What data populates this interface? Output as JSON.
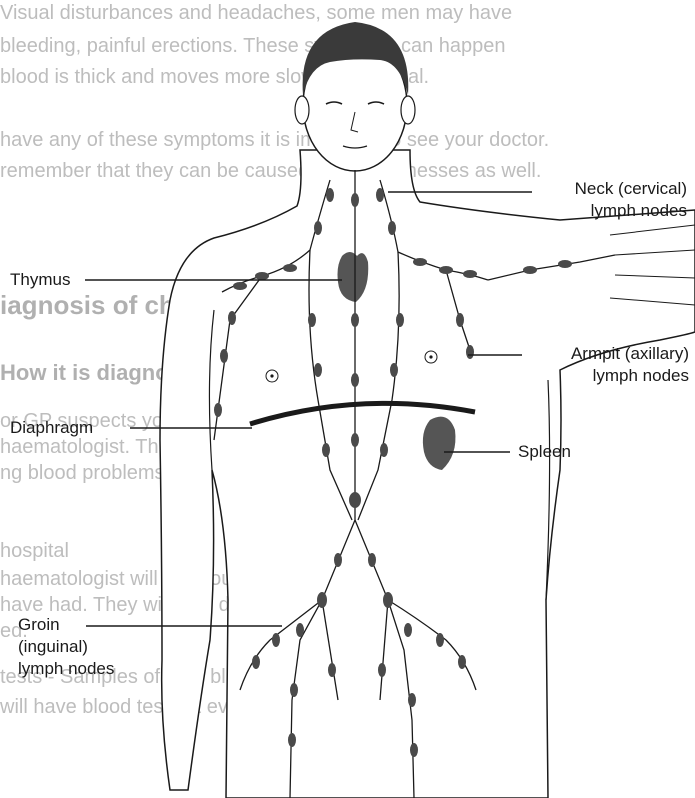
{
  "labels": {
    "neck": [
      "Neck (cervical)",
      "lymph nodes"
    ],
    "thymus": "Thymus",
    "armpit": [
      "Armpit (axillary)",
      "lymph nodes"
    ],
    "diaphragm": "Diaphragm",
    "spleen": "Spleen",
    "groin": [
      "Groin",
      "(inguinal)",
      "lymph nodes"
    ]
  },
  "background_text": [
    "Visual disturbances and headaches, some men may have",
    "bleeding, painful erections. These symptoms can happen",
    "blood is thick and moves more slowly as normal.",
    "have any of these symptoms it is important to see your doctor.",
    "remember that they can be caused by other illnesses as well.",
    "iagnosis of chronic myeloid leukaemia",
    "How it is diagnosed",
    "or GP suspects you have a blood problem",
    "haematologist. This is a doctor who specialises in",
    "ng blood problems, including leukaemia.",
    "hospital",
    "haematologist will ask you about any problems or illnesses",
    "have had. They will also do a physical check to look for",
    "ed.",
    "tests - Samples of your blood will be sent to the lab.",
    "will have blood tests at every clinic. These tests will see"
  ],
  "colors": {
    "ink": "#1a1a1a",
    "organ": "#555555",
    "node": "#4a4a4a",
    "ghost": "#bdbdbd"
  }
}
